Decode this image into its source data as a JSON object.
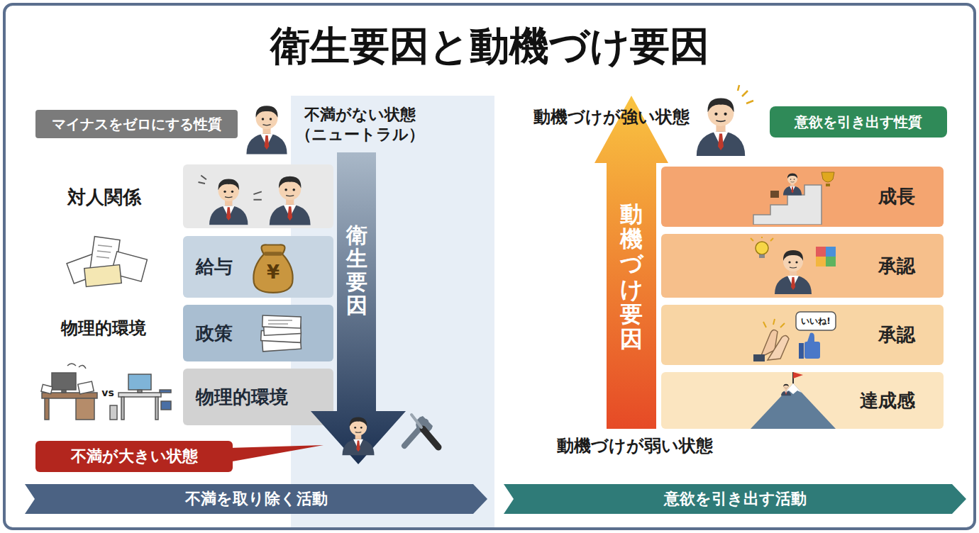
{
  "diagram": {
    "title": "衛生要因と動機づけ要因",
    "nodes": [
      {
        "text": [
          "マイナスをゼロにする性質"
        ]
      },
      {
        "text": [
          "給与"
        ]
      },
      {
        "text": [
          "政策"
        ]
      },
      {
        "text": [
          "物理的環境"
        ]
      },
      {
        "text": [
          "衛生要因"
        ]
      },
      {
        "text": [
          "不満が大きい状態"
        ]
      },
      {
        "text": [
          "不満を取り除く活動"
        ]
      },
      {
        "text": [
          "意欲を引き出す性質"
        ]
      },
      {
        "text": [
          "動機づけ要因"
        ]
      },
      {
        "text": [
          "成長"
        ]
      },
      {
        "text": [
          "承認"
        ]
      },
      {
        "text": [
          "承認"
        ]
      },
      {
        "text": [
          "達成感"
        ]
      },
      {
        "text": [
          "意欲を引き出す活動"
        ]
      }
    ],
    "labels": [
      "不満がない状態 （ニュートラル）",
      "対人関係",
      "物理的環境",
      "vs",
      "¥",
      "動機づけが強い状態",
      "いいね!",
      "動機づけが弱い状態"
    ]
  }
}
